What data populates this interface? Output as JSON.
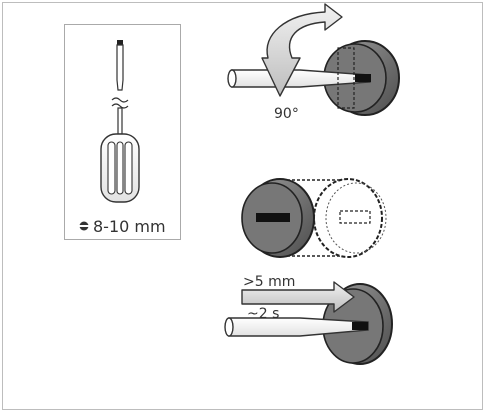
{
  "screwdriver": {
    "size_label": "8-10 mm"
  },
  "step_rotate": {
    "angle_label": "90°"
  },
  "step_insert": {
    "depth_label": ">5 mm",
    "time_label": "~2 s"
  }
}
